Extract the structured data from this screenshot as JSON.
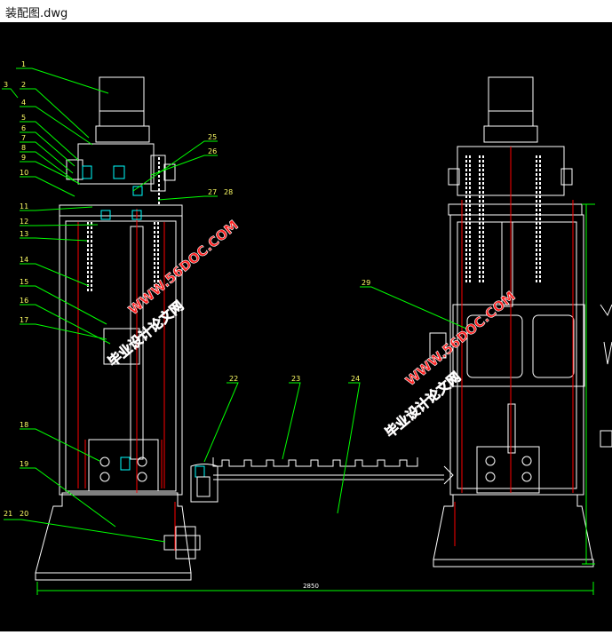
{
  "window": {
    "title": "装配图.dwg"
  },
  "drawing": {
    "callouts": [
      "1",
      "2",
      "3",
      "4",
      "5",
      "6",
      "7",
      "8",
      "9",
      "10",
      "11",
      "12",
      "13",
      "14",
      "15",
      "16",
      "17",
      "18",
      "19",
      "20",
      "21",
      "22",
      "23",
      "24",
      "25",
      "26",
      "27",
      "28",
      "29"
    ],
    "dimension_bottom": "2850",
    "watermark_url": "WWW.56DOC.COM",
    "watermark_cn": "毕业设计论文网"
  },
  "colors": {
    "background": "#000000",
    "outline": "#ffffff",
    "leader": "#00ff00",
    "centerline": "#ff0000",
    "screw": "#00ffff",
    "label": "#ffff00",
    "watermark": "#ff2020"
  }
}
